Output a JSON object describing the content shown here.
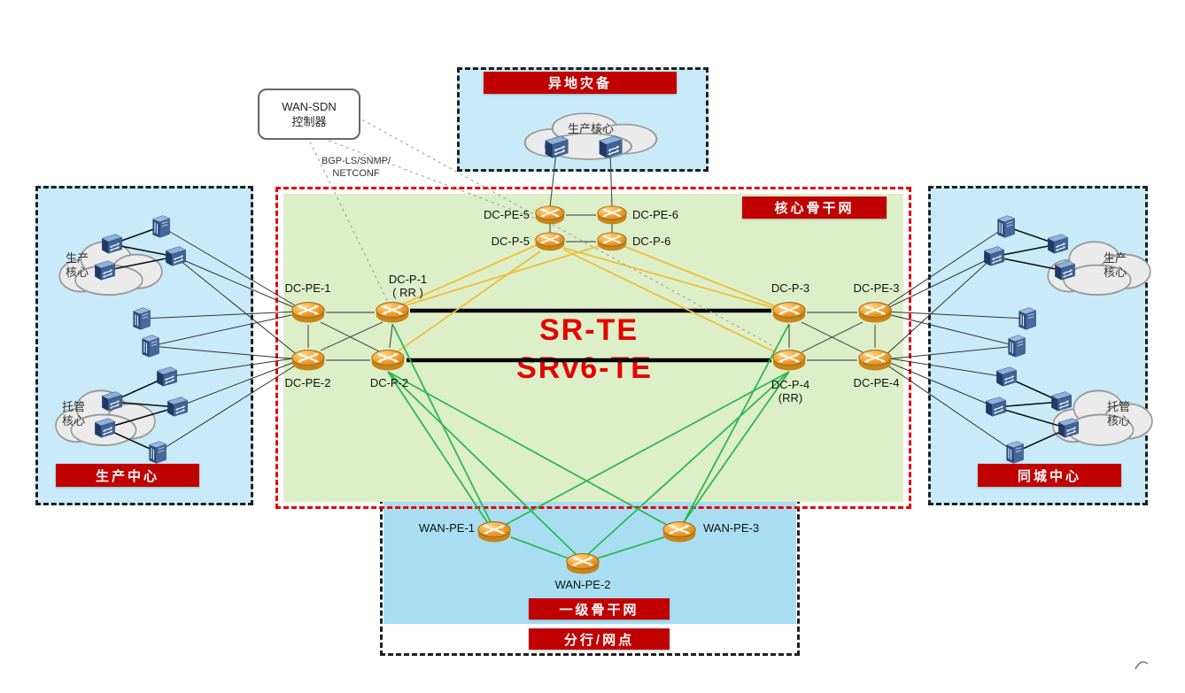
{
  "controller": {
    "line1": "WAN-SDN",
    "line2": "控制器",
    "protocol_line1": "BGP-LS/SNMP/",
    "protocol_line2": "NETCONF"
  },
  "regions": {
    "disaster_recovery": {
      "title": "异地灾备",
      "cloud_label": "生产核心"
    },
    "core_backbone": {
      "title": "核心骨干网",
      "overlay_line1": "SR-TE",
      "overlay_line2": "SRv6-TE"
    },
    "production_center": {
      "title": "生产中心",
      "cloud_production": "生产核心",
      "cloud_hosted": "托管核心"
    },
    "city_center": {
      "title": "同城中心",
      "cloud_production": "生产核心",
      "cloud_hosted": "托管核心"
    },
    "tier1_backbone": {
      "title": "一级骨干网"
    },
    "branch": {
      "title": "分行/网点"
    }
  },
  "nodes": {
    "dc_pe_1": "DC-PE-1",
    "dc_pe_2": "DC-PE-2",
    "dc_pe_3": "DC-PE-3",
    "dc_pe_4": "DC-PE-4",
    "dc_pe_5": "DC-PE-5",
    "dc_pe_6": "DC-PE-6",
    "dc_p_1": "DC-P-1",
    "dc_p_1_rr": "( RR )",
    "dc_p_2": "DC-P-2",
    "dc_p_3": "DC-P-3",
    "dc_p_4": "DC-P-4",
    "dc_p_4_rr": "(RR)",
    "dc_p_5": "DC-P-5",
    "dc_p_6": "DC-P-6",
    "wan_pe_1": "WAN-PE-1",
    "wan_pe_2": "WAN-PE-2",
    "wan_pe_3": "WAN-PE-3"
  },
  "colors": {
    "accent_red": "#c00000",
    "core_border_red": "#e60000",
    "region_blue": "#c9eaf8",
    "backbone_blue": "#a9def2",
    "core_green": "#ddefc8",
    "link_green": "#2eb84d",
    "link_yellow": "#eebe3a",
    "router_gold": "#e89b2a",
    "switch_blue": "#3f6496"
  }
}
